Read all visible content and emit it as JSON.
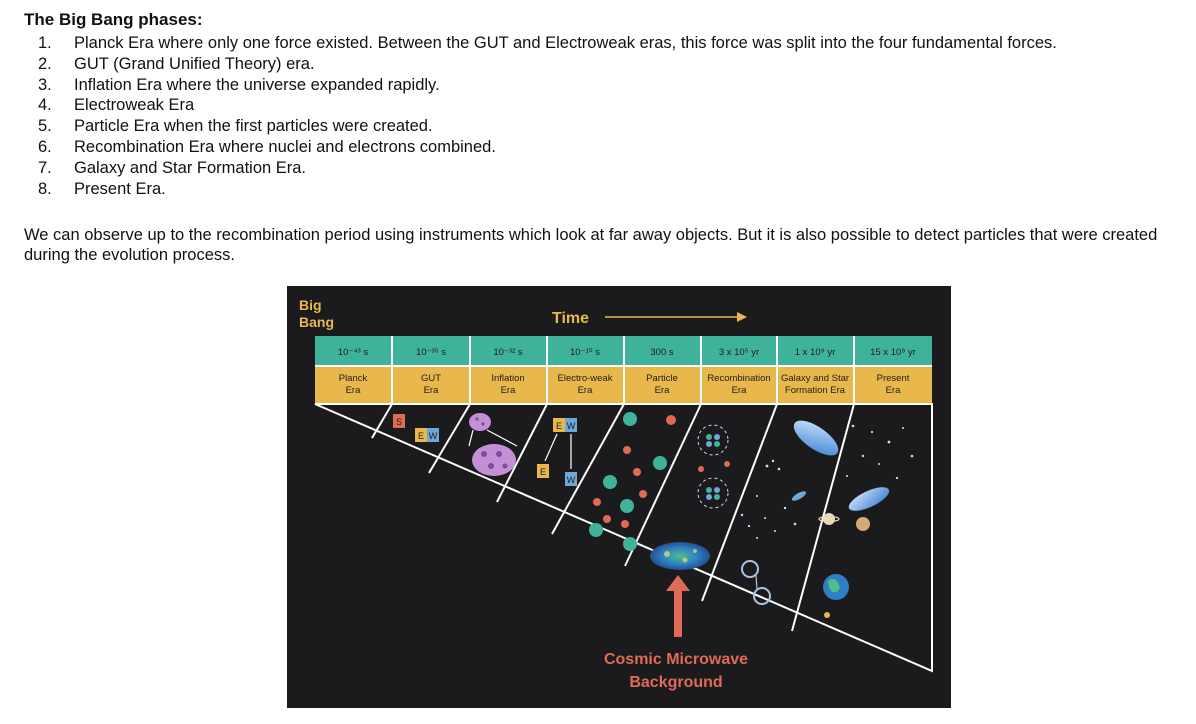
{
  "heading": "The Big Bang phases:",
  "phases": [
    {
      "num": "1.",
      "text": "Planck Era where only one force existed. Between the GUT and Electroweak eras, this force was split into the four fundamental forces."
    },
    {
      "num": "2.",
      "text": "GUT (Grand Unified Theory) era."
    },
    {
      "num": "3.",
      "text": "Inflation Era where the universe expanded rapidly."
    },
    {
      "num": "4.",
      "text": "Electroweak Era"
    },
    {
      "num": "5.",
      "text": "Particle Era when the first particles were created."
    },
    {
      "num": "6.",
      "text": "Recombination Era where nuclei and electrons combined."
    },
    {
      "num": "7.",
      "text": "Galaxy and Star Formation Era."
    },
    {
      "num": "8.",
      "text": "Present Era."
    }
  ],
  "paragraph": "We can observe up to the recombination period using instruments which look at far away objects. But it is also possible to detect particles that were created during the evolution process.",
  "figure": {
    "big_bang_line1": "Big",
    "big_bang_line2": "Bang",
    "time_label": "Time",
    "eras": [
      {
        "time": "10⁻⁴³ s",
        "name1": "Planck",
        "name2": "Era"
      },
      {
        "time": "10⁻³⁵ s",
        "name1": "GUT",
        "name2": "Era"
      },
      {
        "time": "10⁻³² s",
        "name1": "Inflation",
        "name2": "Era"
      },
      {
        "time": "10⁻¹⁰ s",
        "name1": "Electro-weak",
        "name2": "Era"
      },
      {
        "time": "300 s",
        "name1": "Particle",
        "name2": "Era"
      },
      {
        "time": "3 x 10⁵ yr",
        "name1": "Recombination",
        "name2": "Era"
      },
      {
        "time": "1 x 10⁹ yr",
        "name1": "Galaxy and Star",
        "name2": "Formation Era"
      },
      {
        "time": "15 x 10⁹ yr",
        "name1": "Present",
        "name2": "Era"
      }
    ],
    "cmb_line1": "Cosmic Microwave",
    "cmb_line2": "Background",
    "force_s": "S",
    "force_e": "E",
    "force_w": "W",
    "colors": {
      "teal": "#3fb39a",
      "gold": "#e9b84d",
      "salmon": "#e06a57",
      "background": "#1b1b1d"
    }
  }
}
